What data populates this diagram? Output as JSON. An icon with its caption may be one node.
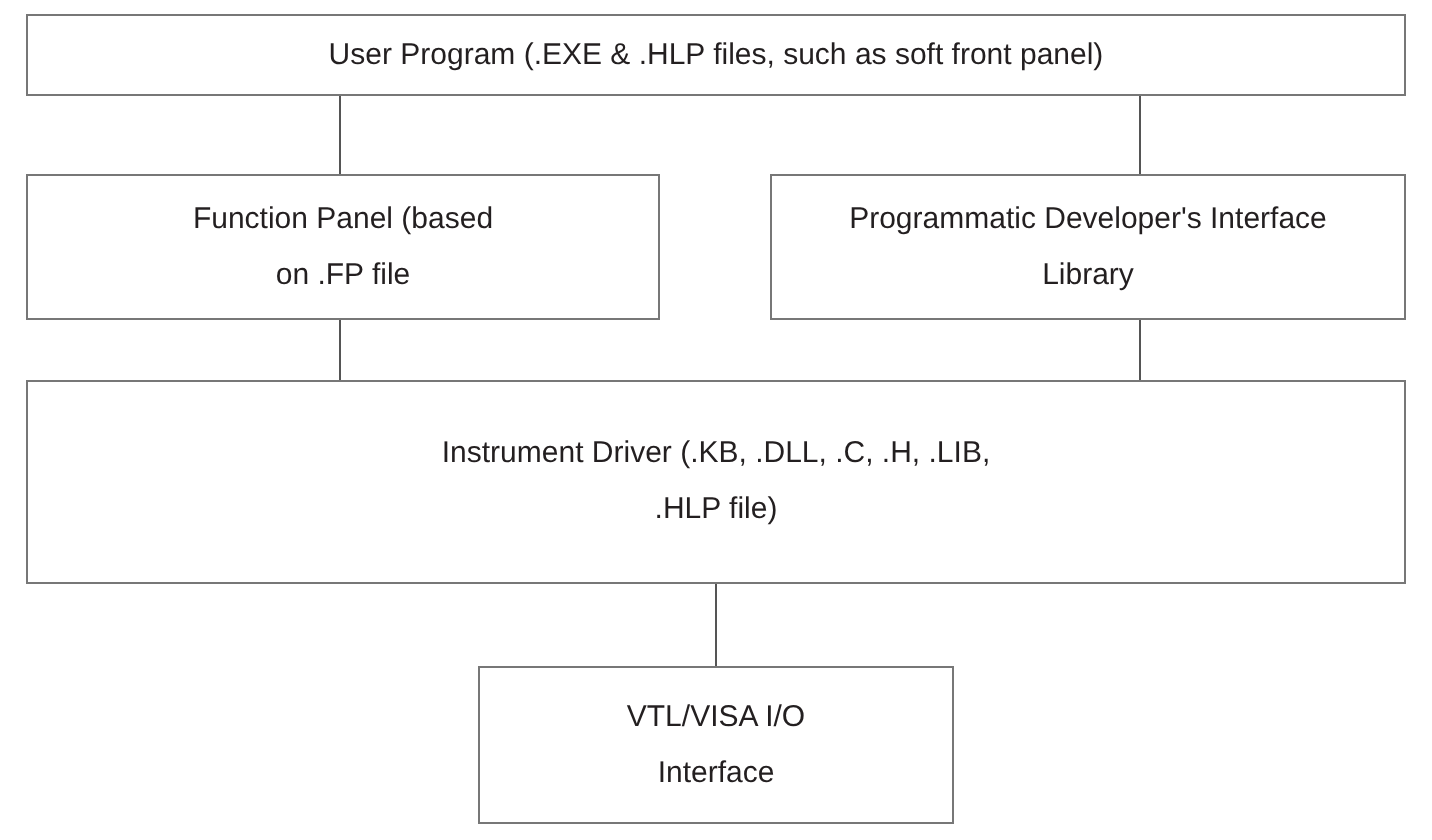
{
  "diagram": {
    "nodes": [
      {
        "text": [
          "User Program (.EXE & .HLP files, such as soft front panel)"
        ]
      },
      {
        "text": [
          "Function Panel (based on .FP file"
        ]
      },
      {
        "text": [
          "Programmatic Developer's Interface Library"
        ]
      },
      {
        "text": [
          "Instrument Driver (.KB, .DLL, .C, .H, .LIB, .HLP file)"
        ]
      },
      {
        "text": [
          "VTL/VISA I/O Interface"
        ]
      }
    ],
    "edges": [
      {
        "from": 0,
        "to": 1,
        "arrow": "none"
      },
      {
        "from": 0,
        "to": 2,
        "arrow": "none"
      },
      {
        "from": 1,
        "to": 3,
        "arrow": "none"
      },
      {
        "from": 2,
        "to": 3,
        "arrow": "none"
      },
      {
        "from": 3,
        "to": 4,
        "arrow": "none"
      }
    ]
  }
}
